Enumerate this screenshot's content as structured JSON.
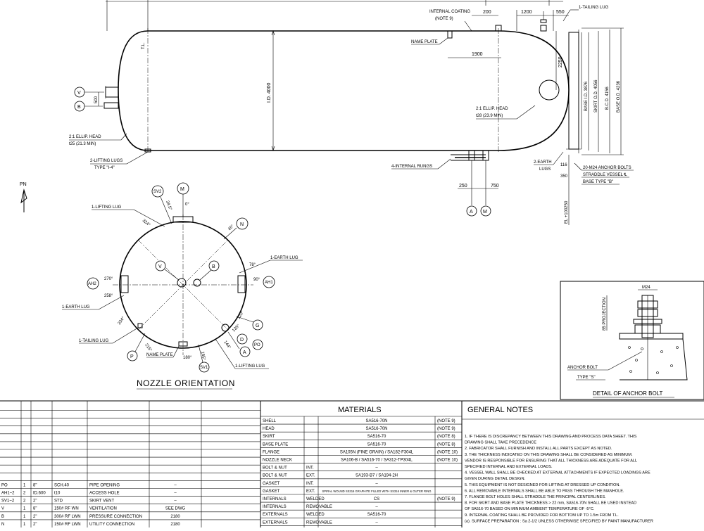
{
  "elevation": {
    "dims": {
      "d1200": "1200",
      "d550": "550",
      "d200": "200",
      "d1900": "1900",
      "d2250": "2250",
      "id": "I.D. 4000",
      "d500": "500",
      "d250": "250",
      "d750": "750",
      "d116": "116",
      "d350": "350",
      "el": "EL +100250",
      "base_id": "BASE I.D. 3876",
      "skirt_od": "SKIRT O.D. 4056",
      "bcd": "B.C.D. 4156",
      "base_od": "BASE O.D. 4236",
      "tl": "T.L."
    },
    "labels": {
      "internal_coating": "INTERNAL COATING",
      "note9": "(NOTE 9)",
      "name_plate": "NAME PLATE",
      "tailing_lug": "1-TAILING LUG",
      "ellip_head_l1": "2:1 ELLIP. HEAD",
      "ellip_head_l2": "t25 (21.3 MIN)",
      "ellip_head_r1": "2:1 ELLIP. HEAD",
      "ellip_head_r2": "t28 (23.9 MIN)",
      "lifting_lugs_l1": "2-LIFTING LUGS",
      "lifting_lugs_l2": "TYPE \"I-4\"",
      "internal_rungs": "4-INTERNAL RUNGS",
      "earth_lugs_l1": "2-EARTH",
      "earth_lugs_l2": "LUGS",
      "anchor_bolts": "20-M24 ANCHOR BOLTS",
      "straddle": "STRADDLE VESSEL ℄",
      "base_type": "BASE TYPE \"B\""
    },
    "bubbles": {
      "v": "V",
      "b": "B",
      "a": "A",
      "m": "M"
    }
  },
  "orientation": {
    "title": "NOZZLE ORIENTATION",
    "pn": "PN",
    "angles": {
      "a0": "0°",
      "a90": "90°",
      "a180": "180°",
      "a270": "270°",
      "a34": "34.5°",
      "a45": "45°",
      "a78": "78°",
      "a120": "120°",
      "a135": "135°",
      "a144": "144°",
      "a165": "165°",
      "a215": "215°",
      "a234": "234°",
      "a258": "258°",
      "a324": "324°"
    },
    "labels": {
      "lifting_lug_top": "1-LIFTING LUG",
      "earth_lug_r": "1-EARTH LUG",
      "earth_lug_l": "1-EARTH LUG",
      "tailing_lug": "1-TAILING LUG",
      "name_plate": "NAME PLATE",
      "lifting_lug_bot": "1-LIFTING LUG"
    },
    "bubbles": {
      "sv2": "SV2",
      "m": "M",
      "n": "N",
      "ah1": "AH1",
      "ah2": "AH2",
      "v": "V",
      "b": "B",
      "g": "G",
      "d": "D",
      "po": "PO",
      "a": "A",
      "p": "P",
      "sv1": "SV1"
    }
  },
  "anchor_detail": {
    "title": "DETAIL OF ANCHOR BOLT",
    "m24": "M24",
    "projection": "85 PROJECTION",
    "anchor_bolt": "ANCHOR BOLT",
    "type": "TYPE \"S\""
  },
  "nozzle_table": {
    "rows": [
      [
        "PO",
        "1",
        "8\"",
        "SCH.40",
        "PIPE OPENING",
        "–"
      ],
      [
        "AH1~2",
        "2",
        "ID.600",
        "t10",
        "ACCESS HOLE",
        "–"
      ],
      [
        "SV1~2",
        "2",
        "2\"",
        "STD",
        "SKIRT VENT",
        "–"
      ],
      [
        "V",
        "1",
        "8\"",
        "150# RF WN",
        "VENTILATION",
        "SEE DWG"
      ],
      [
        "B",
        "1",
        "2\"",
        "300# RF LWN",
        "PRESSURE CONNECTION",
        "2180"
      ],
      [
        "N",
        "1",
        "2\"",
        "150# RF LWN",
        "UTILITY CONNECTION",
        "2180"
      ]
    ]
  },
  "materials": {
    "title": "MATERIALS",
    "rows": [
      {
        "part": "SHELL",
        "sub": "",
        "spec": "SA516-70N",
        "note": "(NOTE 9)"
      },
      {
        "part": "HEAD",
        "sub": "",
        "spec": "SA516-70N",
        "note": "(NOTE 9)"
      },
      {
        "part": "SKIRT",
        "sub": "",
        "spec": "SA516-70",
        "note": "(NOTE 8)"
      },
      {
        "part": "BASE PLATE",
        "sub": "",
        "spec": "SA516-70",
        "note": "(NOTE 8)"
      },
      {
        "part": "FLANGE",
        "sub": "",
        "spec": "SA105N (FINE GRAIN) / SA182-F304L",
        "note": "(NOTE 10)"
      },
      {
        "part": "NOZZLE NECK",
        "sub": "",
        "spec": "SA106-B / SA516-70 / SA312-TP304L",
        "note": "(NOTE 10)"
      },
      {
        "part": "BOLT & NUT",
        "sub": "INT.",
        "spec": "–",
        "note": ""
      },
      {
        "part": "BOLT & NUT",
        "sub": "EXT.",
        "spec": "SA193-B7 / SA194-2H",
        "note": ""
      },
      {
        "part": "GASKET",
        "sub": "INT.",
        "spec": "–",
        "note": ""
      },
      {
        "part": "GASKET",
        "sub": "EXT.",
        "spec": "SPIRAL WOUND SS316 GRAPHITE FILLED WITH SS316 INNER & OUTER RING",
        "note": ""
      },
      {
        "part": "INTERNALS",
        "sub": "WELDED",
        "spec": "CS",
        "note": "(NOTE 9)"
      },
      {
        "part": "INTERNALS",
        "sub": "REMOVABLE",
        "spec": "–",
        "note": ""
      },
      {
        "part": "EXTERNALS",
        "sub": "WELDED",
        "spec": "SA516-70",
        "note": ""
      },
      {
        "part": "EXTERNALS",
        "sub": "REMOVABLE",
        "spec": "–",
        "note": ""
      }
    ]
  },
  "general_notes": {
    "title": "GENERAL NOTES",
    "lines": [
      "1. IF THERE IS DISCREPANCY BETWEEN THIS DRAWING AND PROCESS DATA SHEET. THIS",
      "    DRAWING SHALL TAKE PRECEDENCE",
      "2. FABRICATOR SHALL FURNISH AND INSTALL ALL PARTS EXCEPT AS NOTED.",
      "3. THE THICKNESS INDICATED ON THIS DRAWING SHALL BE CONSIDERED AS MINIMUM.",
      "    VENDOR IS RESPONSIBLE FOR ENSURING THAT ALL THICKNESS ARE ADEQUATE FOR ALL",
      "    SPECIFIED INTERNAL AND EXTERNAL LOADS.",
      "4. VESSEL WALL SHALL BE CHECKED AT EXTERNAL ATTACHMENTS IF EXPECTED LOADINGS ARE",
      "    GIVEN DURING DETAIL DESIGN.",
      "5. THIS EQUIPMENT IS NOT DESIGNED FOR LIFTING AT DRESSED UP CONDITION.",
      "6. ALL REMOVABLE INTERNALS SHALL BE ABLE TO PASS THROUGH THE MANHOLE.",
      "7. FLANGE BOLT HOLES SHALL STRADDLE THE PRINCIPAL CENTERLINES.",
      "8. FOR SKIRT AND BASE PLATE THICKNESS > 22 mm, SA516-70N SHALL BE USED INSTEAD",
      "    OF SA516-70 BASED ON MINIMUM AMBIENT TEMPERATURE OF -5°C.",
      "9. INTERNAL COATING SHALL BE PROVIDED FOR BOTTOM UP TO 1.5m FROM T.L.",
      "    (a). SURFACE PREPARATION : Sa 2-1/2 UNLESS OTHERWISE SPECIFIED BY PAINT MANUFACTURER"
    ]
  }
}
